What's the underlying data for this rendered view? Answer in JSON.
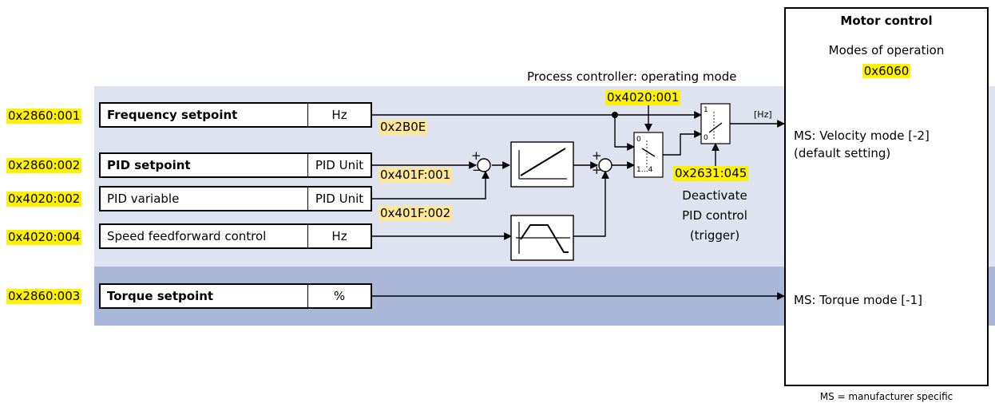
{
  "header": {
    "process_mode_label": "Process controller: operating mode",
    "process_mode_code": "0x4020:001"
  },
  "motor": {
    "title": "Motor control",
    "modes_label": "Modes of operation",
    "modes_code": "0x6060",
    "velocity_mode": "MS: Velocity mode [-2]",
    "velocity_default": "(default setting)",
    "torque_mode": "MS: Torque mode [-1]"
  },
  "inputs": [
    {
      "code": "0x2860:001",
      "label": "Frequency setpoint",
      "unit": "Hz"
    },
    {
      "code": "0x2860:002",
      "label": "PID setpoint",
      "unit": "PID Unit"
    },
    {
      "code": "0x4020:002",
      "label": "PID variable",
      "unit": "PID Unit"
    },
    {
      "code": "0x4020:004",
      "label": "Speed feedforward control",
      "unit": "Hz"
    },
    {
      "code": "0x2860:003",
      "label": "Torque setpoint",
      "unit": "%"
    }
  ],
  "signals": {
    "freq_code": "0x2B0E",
    "pid_setpoint_code": "0x401F:001",
    "pid_variable_code": "0x401F:002",
    "deactivate_code": "0x2631:045",
    "hz_tag": "[Hz]",
    "deactivate_line1": "Deactivate",
    "deactivate_line2": "PID control",
    "deactivate_line3": "(trigger)"
  },
  "switches": {
    "mode_top": "0",
    "mode_bottom": "1…4",
    "deact_top": "1",
    "deact_bottom": "0"
  },
  "summing": {
    "plus": "+",
    "minus": "−"
  },
  "footnote": "MS = manufacturer specific"
}
